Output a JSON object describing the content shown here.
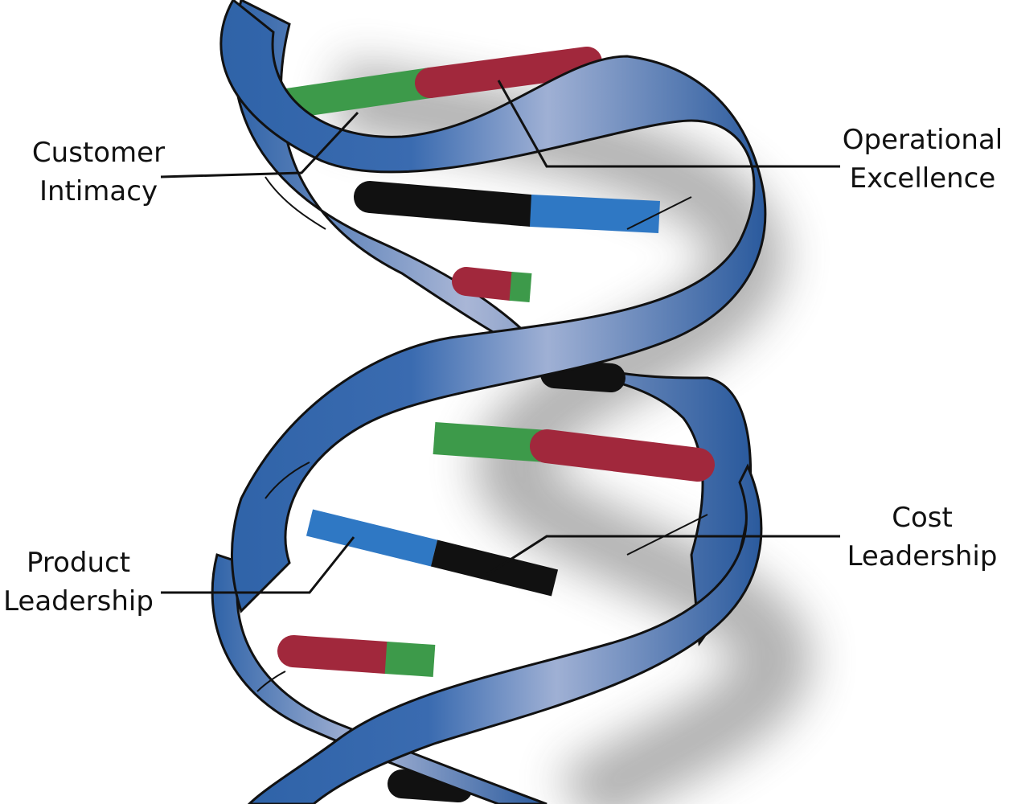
{
  "labels": {
    "customer_intimacy": [
      "Customer",
      "Intimacy"
    ],
    "operational_excellence": [
      "Operational",
      "Excellence"
    ],
    "product_leadership": [
      "Product",
      "Leadership"
    ],
    "cost_leadership": [
      "Cost",
      "Leadership"
    ]
  },
  "colors": {
    "strand": "#2f63a8",
    "strand_light": "#a9b6d6",
    "strand_dark": "#1f4f8f",
    "outline": "#111111",
    "base_red": "#a1283c",
    "base_green": "#3d9a4a",
    "base_blue": "#2f78c4",
    "base_black": "#111111",
    "leader_line": "#111111"
  }
}
